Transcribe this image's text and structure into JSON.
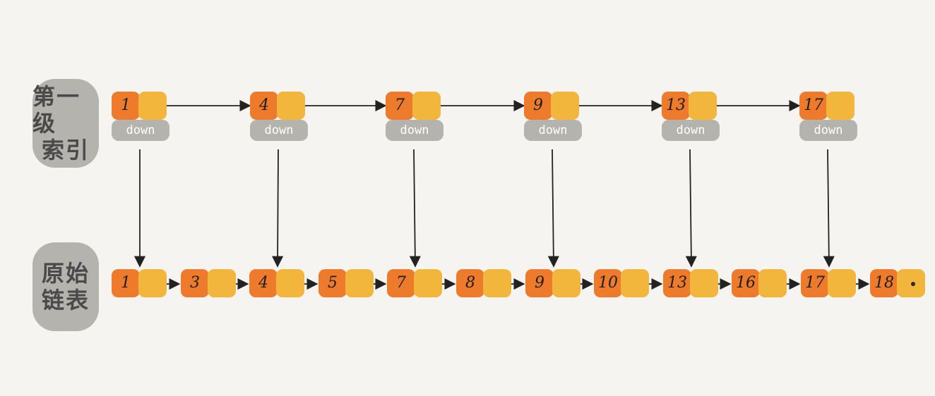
{
  "labels": {
    "level1": [
      "第一级",
      "索引"
    ],
    "base": [
      "原始",
      "链表"
    ]
  },
  "index_nodes": [
    "1",
    "4",
    "7",
    "9",
    "13",
    "17"
  ],
  "down_label": "down",
  "list_nodes": [
    "1",
    "3",
    "4",
    "5",
    "7",
    "8",
    "9",
    "10",
    "13",
    "16",
    "17",
    "18"
  ],
  "colors": {
    "value_box": "#ee7a2c",
    "pointer_box": "#f3b63c",
    "label_bg": "#b4b3ae",
    "arrow": "#222222",
    "background": "#f5f4f0"
  }
}
